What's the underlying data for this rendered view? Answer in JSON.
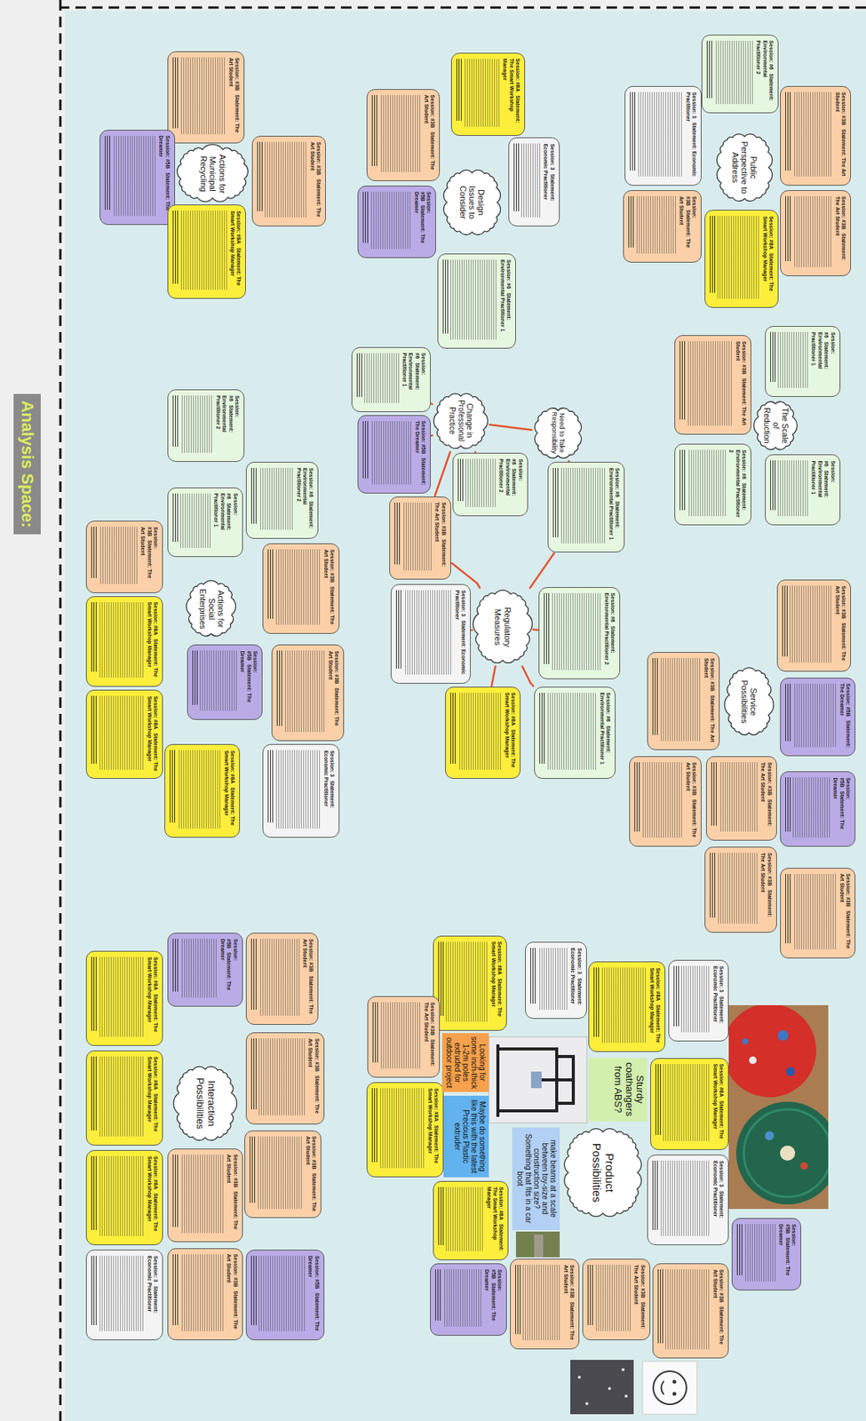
{
  "diagram": {
    "title": "Analysis Space:",
    "nodes": [
      {
        "text": [
          "Actions for Municipal Recycling"
        ]
      },
      {
        "text": [
          "Session: #3B",
          "Statement: The Art Student"
        ]
      },
      {
        "text": [
          "Session: #5B",
          "Statement: The Dreamer"
        ]
      },
      {
        "text": [
          "Session: #3B",
          "Statement: The Art Student"
        ]
      },
      {
        "text": [
          "Session: #8A",
          "Statement: The Smart Workshop Manager"
        ]
      },
      {
        "text": [
          "Design Issues to Consider"
        ]
      },
      {
        "text": [
          "Session: #8A",
          "Statement: The Smart Workshop Manager"
        ]
      },
      {
        "text": [
          "Session: 3",
          "Statement: Economic Practitioner"
        ]
      },
      {
        "text": [
          "Session: #3B",
          "Statement: The Art Student"
        ]
      },
      {
        "text": [
          "Session: #5B",
          "Statement: The Dreamer"
        ]
      },
      {
        "text": [
          "Session: #6",
          "Statement: Environmental Practitioner 1"
        ]
      },
      {
        "text": [
          "Public Perspective to Address"
        ]
      },
      {
        "text": [
          "Session: #6",
          "Statement: Environmental Practitioner 2"
        ]
      },
      {
        "text": [
          "Session: #3B",
          "Statement: The Art Student"
        ]
      },
      {
        "text": [
          "Session: 3",
          "Statement: Economic Practitioner"
        ]
      },
      {
        "text": [
          "Session: #3B",
          "Statement: The Art Student"
        ]
      },
      {
        "text": [
          "Session: #8A",
          "Statement: The Smart Workshop Manager"
        ]
      },
      {
        "text": [
          "Session: #3B",
          "Statement: The Art Student"
        ]
      },
      {
        "text": [
          "The Scale of Reduction"
        ]
      },
      {
        "text": [
          "Session: #6",
          "Statement: Environmental Practitioner 1"
        ]
      },
      {
        "text": [
          "Session: #3B",
          "Statement: The Art Student"
        ]
      },
      {
        "text": [
          "Session: #6",
          "Statement: Environmental Practitioner 2"
        ]
      },
      {
        "text": [
          "Session: #6",
          "Statement: Environmental Practitioner 1"
        ]
      },
      {
        "text": [
          "Change in Professional Practice"
        ]
      },
      {
        "text": [
          "Need to Take Responsibility"
        ]
      },
      {
        "text": [
          "Regulatory Measures"
        ]
      },
      {
        "text": [
          "Session: #6",
          "Statement: Environmental Practitioner 1"
        ]
      },
      {
        "text": [
          "Session: #5B",
          "Statement: The Dreamer"
        ]
      },
      {
        "text": [
          "Session: #6",
          "Statement: Environmental Practitioner 2"
        ]
      },
      {
        "text": [
          "Session: #6",
          "Statement: Environmental Practitioner 1"
        ]
      },
      {
        "text": [
          "Session: #3B",
          "Statement: The Art Student"
        ]
      },
      {
        "text": [
          "Session: #6",
          "Statement: Environmental Practitioner 2"
        ]
      },
      {
        "text": [
          "Session: 3",
          "Statement: Economic Practitioner"
        ]
      },
      {
        "text": [
          "Session: #8A",
          "Statement: The Smart Workshop Manager"
        ]
      },
      {
        "text": [
          "Session: #6",
          "Statement: Environmental Practitioner 1"
        ]
      },
      {
        "text": [
          "Actions for Social Enterprises"
        ]
      },
      {
        "text": [
          "Session: #6",
          "Statement: Environmental Practitioner 2"
        ]
      },
      {
        "text": [
          "Session: #6",
          "Statement: Environmental Practitioner 1"
        ]
      },
      {
        "text": [
          "Session: #6",
          "Statement: Environmental Practitioner 2"
        ]
      },
      {
        "text": [
          "Session: #3B",
          "Statement: The Art Student"
        ]
      },
      {
        "text": [
          "Session: #3B",
          "Statement: The Art Student"
        ]
      },
      {
        "text": [
          "Session: #8A",
          "Statement: The Smart Workshop Manager"
        ]
      },
      {
        "text": [
          "Session: #5B",
          "Statement: The Dreamer"
        ]
      },
      {
        "text": [
          "Session: #8A",
          "Statement: The Smart Workshop Manager"
        ]
      },
      {
        "text": [
          "Session: #3B",
          "Statement: The Art Student"
        ]
      },
      {
        "text": [
          "Session: #8A",
          "Statement: The Smart Workshop Manager"
        ]
      },
      {
        "text": [
          "Session: 3",
          "Statement: Economic Practitioner"
        ]
      },
      {
        "text": [
          "Service Possibilities"
        ]
      },
      {
        "text": [
          "Session: #3B",
          "Statement: The Art Student"
        ]
      },
      {
        "text": [
          "Session: #5B",
          "Statement: The Dreamer"
        ]
      },
      {
        "text": [
          "Session: #3B",
          "Statement: The Art Student"
        ]
      },
      {
        "text": [
          "Session: #5B",
          "Statement: The Dreamer"
        ]
      },
      {
        "text": [
          "Session: #3B",
          "Statement: The Art Student"
        ]
      },
      {
        "text": [
          "Session: #3B",
          "Statement: The Art Student"
        ]
      },
      {
        "text": [
          "Session: #3B",
          "Statement: The Art Student"
        ]
      },
      {
        "text": [
          "Session: #3B",
          "Statement: The Art Student"
        ]
      },
      {
        "text": [
          "Interaction Possibilities"
        ]
      },
      {
        "text": [
          "Session: #5B",
          "Statement: The Dreamer"
        ]
      },
      {
        "text": [
          "Session: #3B",
          "Statement: The Art Student"
        ]
      },
      {
        "text": [
          "Session: #8A",
          "Statement: The Smart Workshop Manager"
        ]
      },
      {
        "text": [
          "Session: #8A",
          "Statement: The Smart Workshop Manager"
        ]
      },
      {
        "text": [
          "Session: #3B",
          "Statement: The Art Student"
        ]
      },
      {
        "text": [
          "Session: #3B",
          "Statement: The Art Student"
        ]
      },
      {
        "text": [
          "Session: #3B",
          "Statement: The Art Student"
        ]
      },
      {
        "text": [
          "Session: #8A",
          "Statement: The Smart Workshop Manager"
        ]
      },
      {
        "text": [
          "Session: 3",
          "Statement: Economic Practitioner"
        ]
      },
      {
        "text": [
          "Session: #3B",
          "Statement: The Art Student"
        ]
      },
      {
        "text": [
          "Session: #5B",
          "Statement: The Dreamer"
        ]
      },
      {
        "text": [
          "Product Possibilities"
        ]
      },
      {
        "text": [
          "Session: #8A",
          "Statement: The Smart Workshop Manager"
        ]
      },
      {
        "text": [
          "Session: 3",
          "Statement: Economic Practitioner"
        ]
      },
      {
        "text": [
          "Session: #8A",
          "Statement: The Smart Workshop Manager"
        ]
      },
      {
        "text": [
          "Session: 3",
          "Statement: Economic Practitioner"
        ]
      },
      {
        "text": [
          "Session: #8A",
          "Statement: The Smart Workshop Manager"
        ]
      },
      {
        "text": [
          "Session: 3",
          "Statement: Economic Practitioner"
        ]
      },
      {
        "text": [
          "Session: #5B",
          "Statement: The Dreamer"
        ]
      },
      {
        "text": [
          "Session: #3B",
          "Statement: The Art Student"
        ]
      },
      {
        "text": [
          "Session: #8A",
          "Statement: The Smart Workshop Manager"
        ]
      },
      {
        "text": [
          "Sturdy coathangers from ABS?"
        ]
      },
      {
        "text": [
          "Looking for some inch-thick 1-2m poles extruded for outdoor project"
        ]
      },
      {
        "text": [
          "Maybe do something like this with the latest Precious Plastic extruder"
        ]
      },
      {
        "text": [
          "make beams at a scale between toy-size and construction size? Something that fits in a car boot"
        ]
      },
      {
        "text": [
          "Session: #8A",
          "Statement: The Smart Workshop Manager"
        ]
      },
      {
        "text": [
          "Session: #5B",
          "Statement: The Dreamer"
        ]
      },
      {
        "text": [
          "Session: #3B",
          "Statement: The Art Student"
        ]
      },
      {
        "text": [
          "Session: #3B",
          "Statement: The Art Student"
        ]
      },
      {
        "text": [
          "Session: #3B",
          "Statement: The Art Student"
        ]
      }
    ],
    "edges": [
      {
        "from": 23,
        "to": 26,
        "arrow": "none"
      },
      {
        "from": 23,
        "to": 27,
        "arrow": "none"
      },
      {
        "from": 23,
        "to": 28,
        "arrow": "none"
      },
      {
        "from": 23,
        "to": 30,
        "arrow": "none"
      },
      {
        "from": 23,
        "to": 24,
        "arrow": "none"
      },
      {
        "from": 24,
        "to": 29,
        "arrow": "none"
      },
      {
        "from": 25,
        "to": 30,
        "arrow": "none"
      },
      {
        "from": 25,
        "to": 32,
        "arrow": "none"
      },
      {
        "from": 25,
        "to": 33,
        "arrow": "none"
      },
      {
        "from": 25,
        "to": 34,
        "arrow": "none"
      },
      {
        "from": 25,
        "to": 31,
        "arrow": "none"
      },
      {
        "from": 25,
        "to": 29,
        "arrow": "none"
      }
    ]
  }
}
